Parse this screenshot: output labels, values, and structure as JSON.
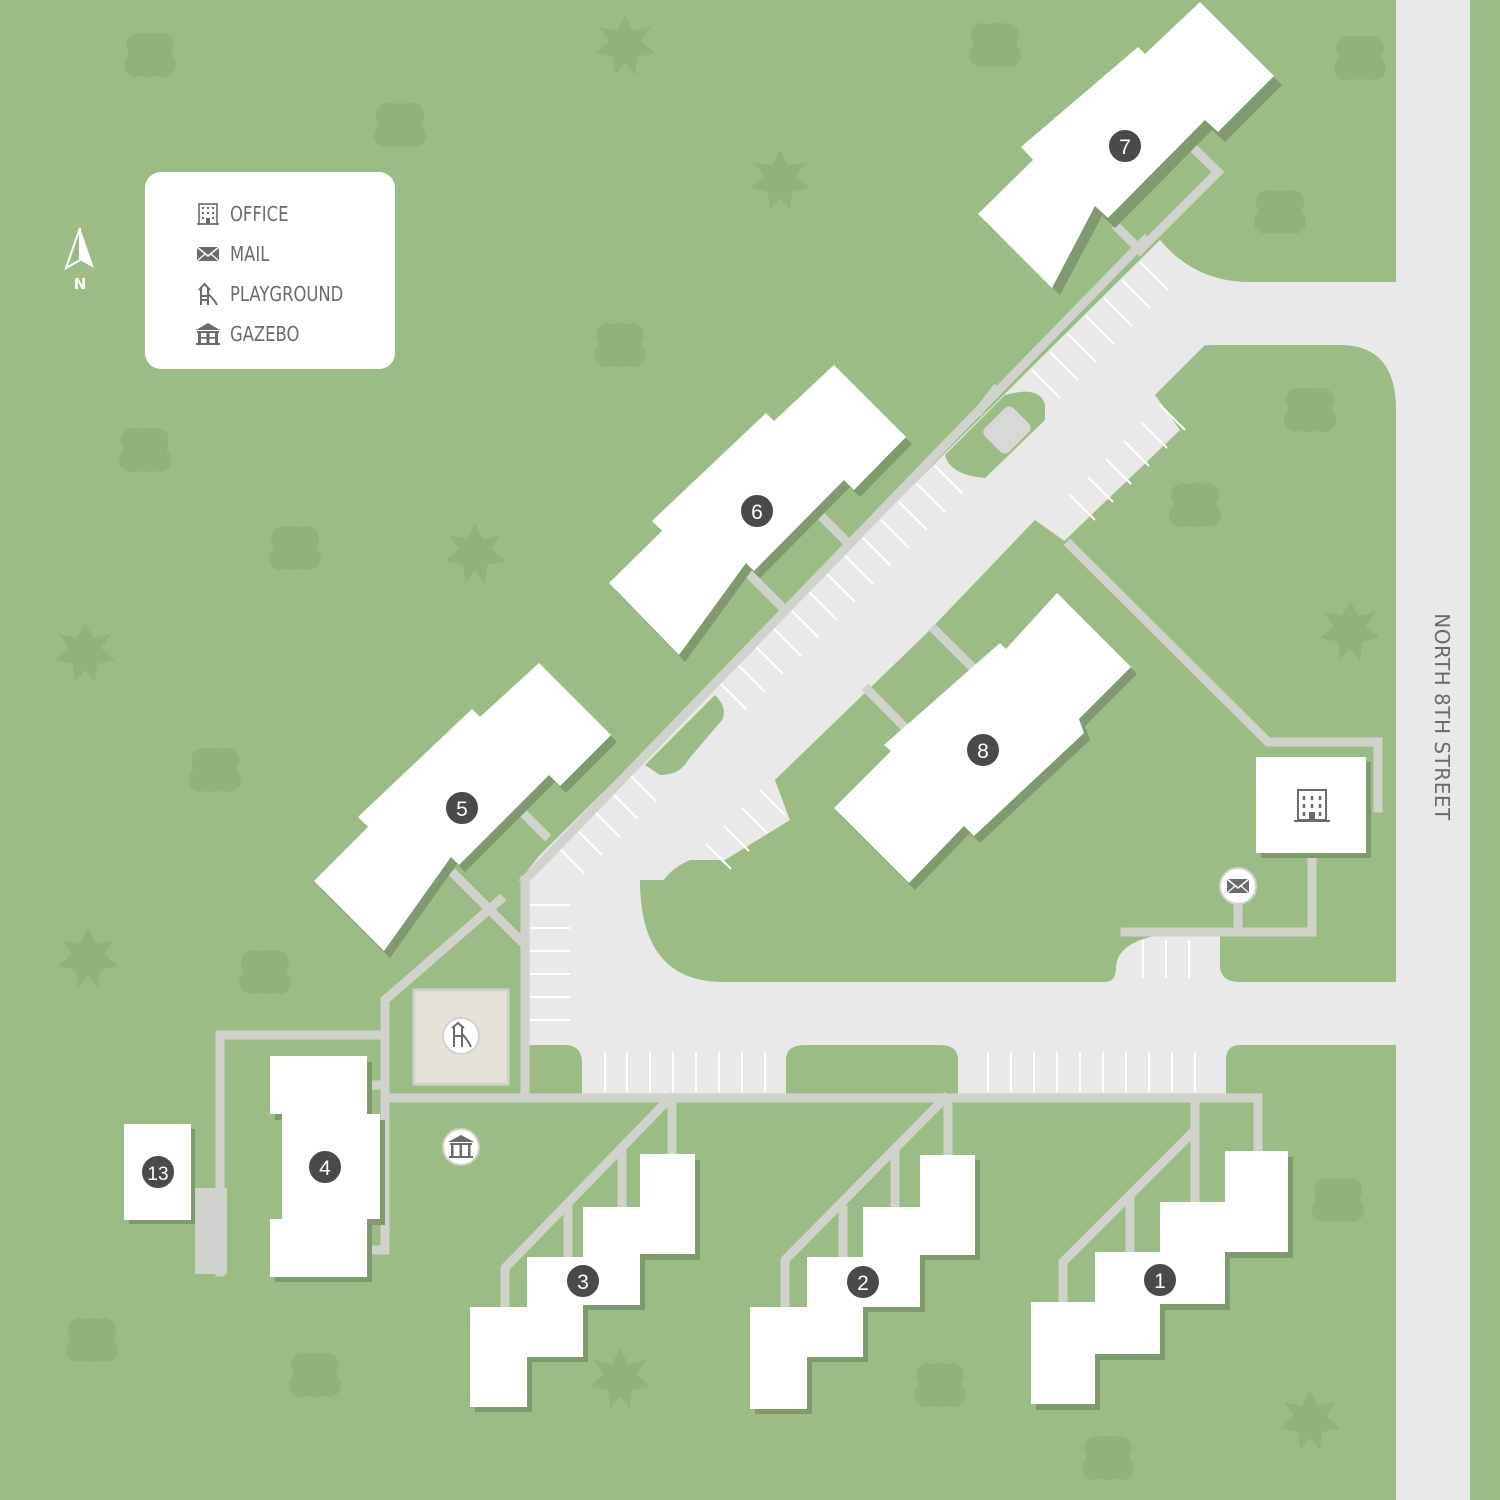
{
  "legend": {
    "items": [
      {
        "icon": "office-icon",
        "label": "OFFICE"
      },
      {
        "icon": "mail-icon",
        "label": "MAIL"
      },
      {
        "icon": "playground-icon",
        "label": "PLAYGROUND"
      },
      {
        "icon": "gazebo-icon",
        "label": "GAZEBO"
      }
    ]
  },
  "compass": {
    "label": "N"
  },
  "street": {
    "name": "NORTH 8TH STREET"
  },
  "buildings": {
    "b1": "1",
    "b2": "2",
    "b3": "3",
    "b4": "4",
    "b5": "5",
    "b6": "6",
    "b7": "7",
    "b8": "8",
    "b13": "13"
  },
  "colors": {
    "grass": "#9bbd85",
    "tree": "#8fb37a",
    "pavement": "#e8e9e8",
    "walkway": "#cfd3cc",
    "building": "#ffffff",
    "building_shadow": "#7e9a6e",
    "badge": "#4a4a4a",
    "playground_pad": "#e6e2da",
    "text": "#6b6b6b"
  }
}
